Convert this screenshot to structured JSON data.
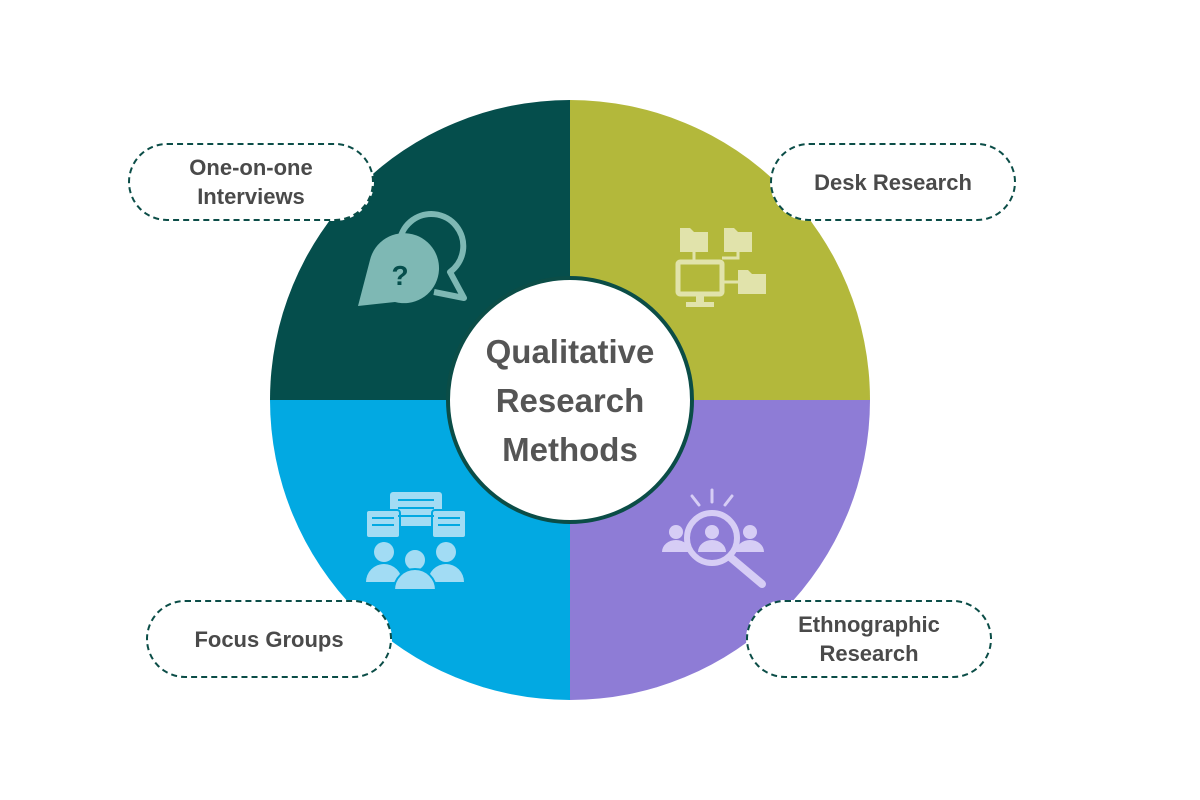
{
  "diagram": {
    "center_title": "Qualitative\nResearch\nMethods",
    "quadrants": [
      {
        "label": "One-on-one\nInterviews",
        "color": "#054e4c",
        "icon": "question-chat-bubbles-icon",
        "icon_color": "#7eb8b4"
      },
      {
        "label": "Desk Research",
        "color": "#b3b83b",
        "icon": "computer-folder-network-icon",
        "icon_color": "#e1e3ab"
      },
      {
        "label": "Ethnographic\nResearch",
        "color": "#8e7cd6",
        "icon": "people-magnifier-icon",
        "icon_color": "#d6cdf5"
      },
      {
        "label": "Focus Groups",
        "color": "#02a9e2",
        "icon": "group-discussion-icon",
        "icon_color": "#a2dcf4"
      }
    ],
    "outline_color": "#0b4d47"
  }
}
